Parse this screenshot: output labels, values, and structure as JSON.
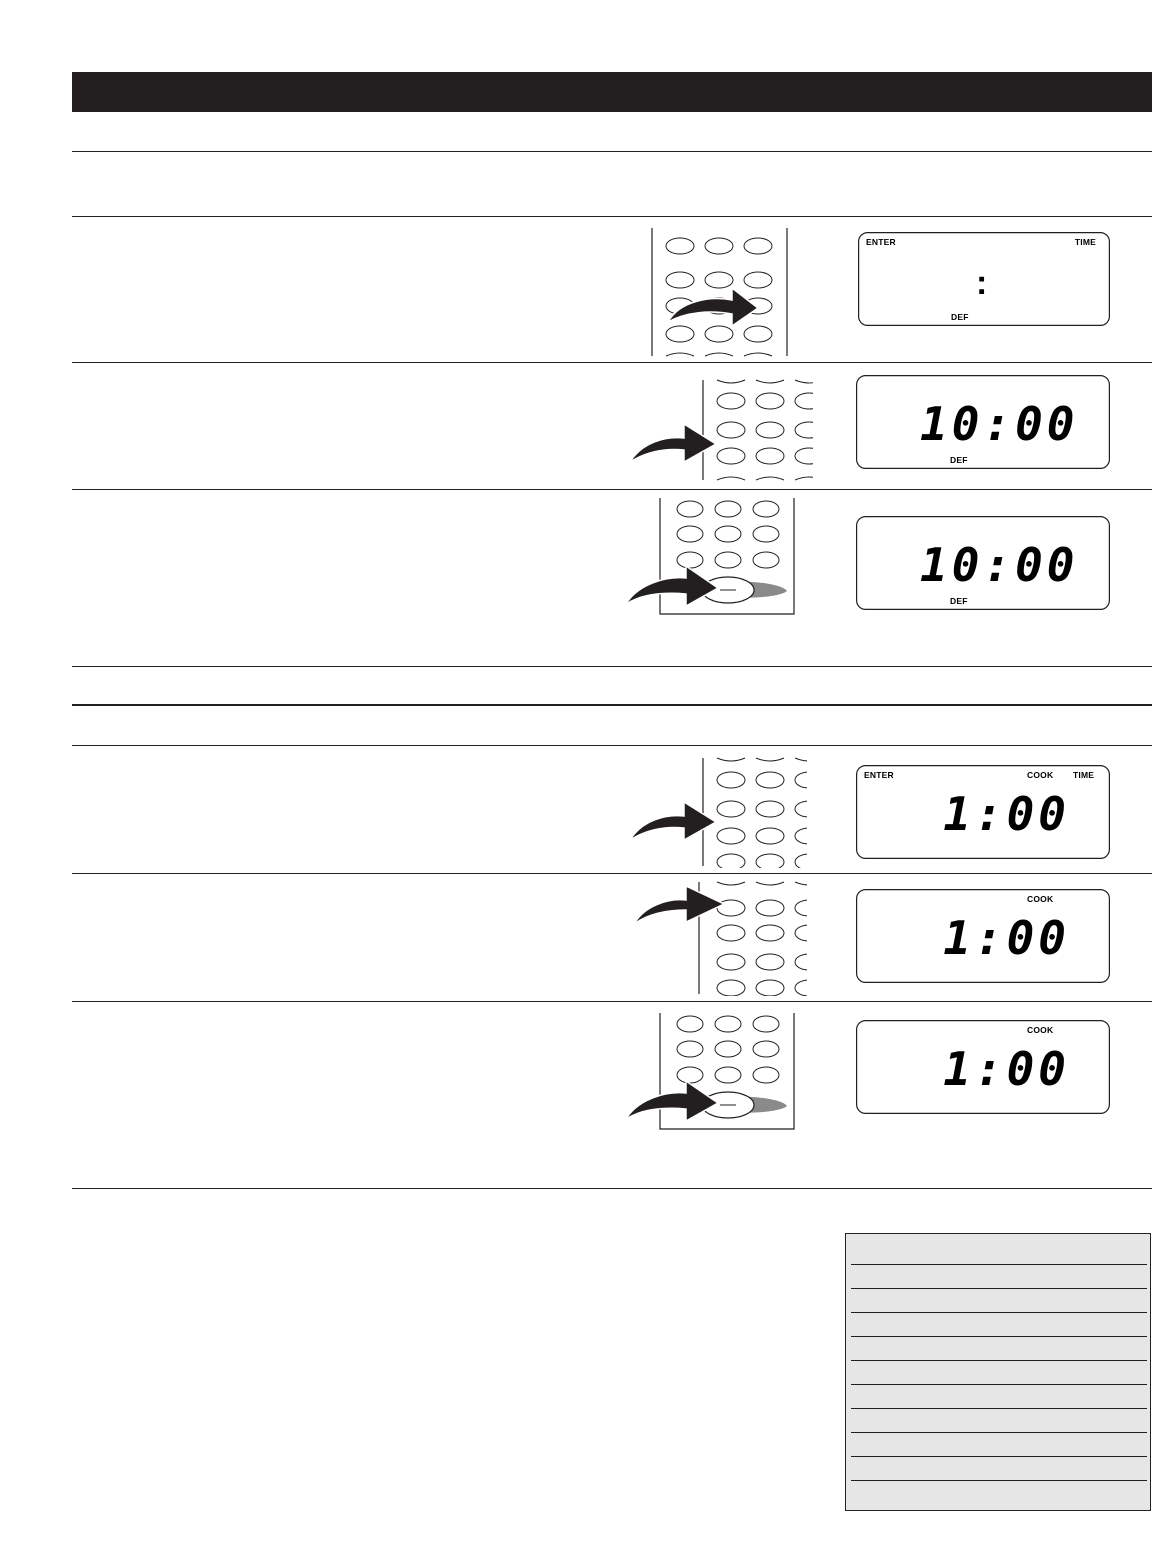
{
  "page": {
    "header_title": "",
    "section_one_title": "",
    "section_two_title": ""
  },
  "section_one": {
    "steps": [
      {
        "display": {
          "top_left": "ENTER",
          "top_right": "TIME",
          "top_mid": "",
          "digits": ":",
          "bottom": "DEF"
        }
      },
      {
        "display": {
          "top_left": "",
          "top_right": "",
          "top_mid": "",
          "digits": "10:00",
          "bottom": "DEF"
        }
      },
      {
        "display": {
          "top_left": "",
          "top_right": "",
          "top_mid": "",
          "digits": "10:00",
          "bottom": "DEF"
        }
      }
    ]
  },
  "section_two": {
    "steps": [
      {
        "display": {
          "top_left": "ENTER",
          "top_right": "TIME",
          "top_mid": "COOK",
          "digits": "1:00",
          "bottom": ""
        }
      },
      {
        "display": {
          "top_left": "",
          "top_right": "",
          "top_mid": "COOK",
          "digits": "1:00",
          "bottom": ""
        }
      },
      {
        "display": {
          "top_left": "",
          "top_right": "",
          "top_mid": "COOK",
          "digits": "1:00",
          "bottom": ""
        }
      }
    ]
  },
  "reference_table": {
    "row_count": 10
  },
  "colors": {
    "ink": "#231f20",
    "table_fill": "#e6e6e6",
    "start_button_swoosh": "#8a8a8a"
  }
}
